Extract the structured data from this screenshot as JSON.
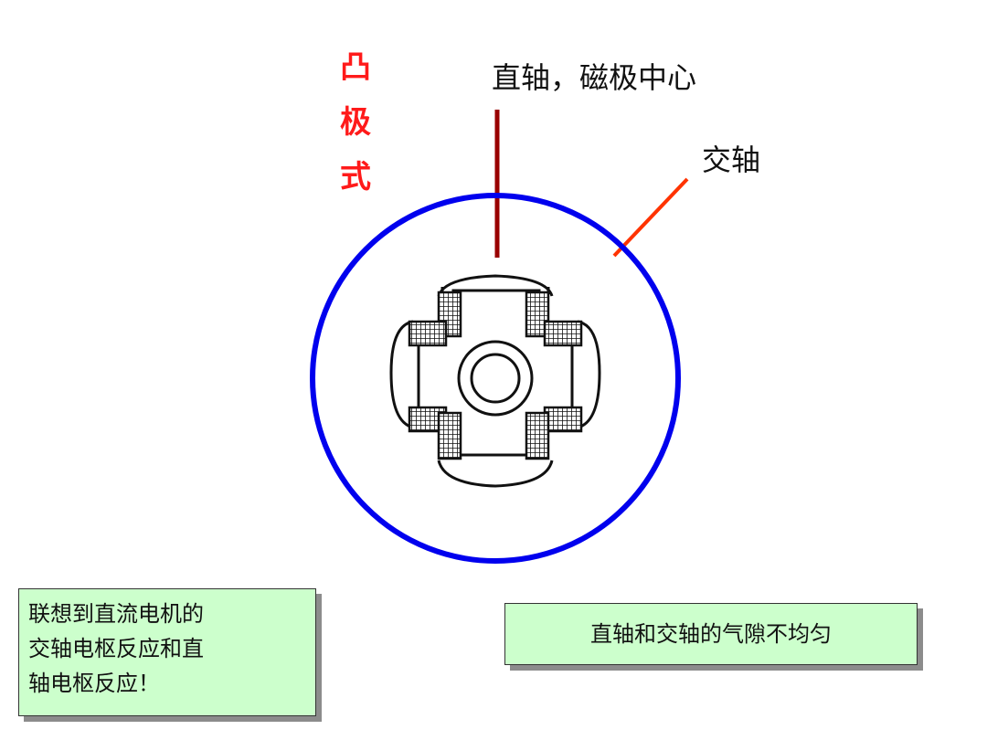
{
  "slide": {
    "vertical_title": [
      "凸",
      "极",
      "式"
    ],
    "direct_axis_label": "直轴，磁极中心",
    "quadrature_axis_label": "交轴",
    "note_left": "联想到直流电机的\n交轴电枢反应和直\n轴电枢反应！",
    "note_right": "直轴和交轴的气隙不均匀"
  },
  "colors": {
    "title": "#ff1a1a",
    "stator_circle": "#0000ee",
    "direct_axis_line": "#990000",
    "quadrature_axis_line": "#ff3300",
    "note_bg": "#ccffcc"
  },
  "icons": {
    "rotor": "salient-pole-rotor-icon"
  }
}
